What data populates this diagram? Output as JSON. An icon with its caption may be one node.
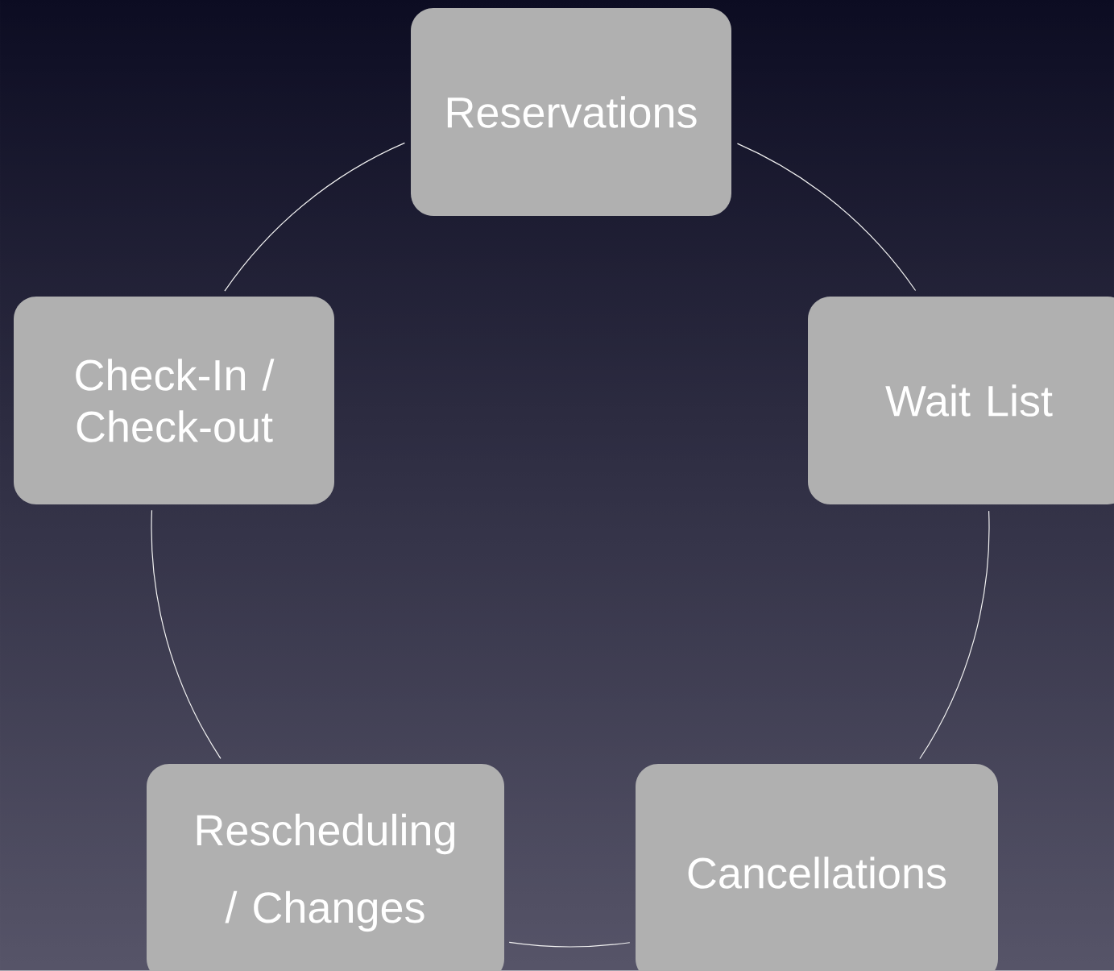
{
  "diagram": {
    "nodes": [
      {
        "text": [
          "Reservations"
        ]
      },
      {
        "text": [
          "Wait List"
        ]
      },
      {
        "text": [
          "Cancellations"
        ]
      },
      {
        "text": [
          "Rescheduling / Changes"
        ]
      },
      {
        "text": [
          "Check-In / Check-out"
        ]
      }
    ],
    "edges": [
      {
        "from": 0,
        "to": 1,
        "arrow": "none"
      },
      {
        "from": 1,
        "to": 2,
        "arrow": "none"
      },
      {
        "from": 2,
        "to": 3,
        "arrow": "none"
      },
      {
        "from": 3,
        "to": 4,
        "arrow": "none"
      },
      {
        "from": 4,
        "to": 0,
        "arrow": "none"
      }
    ]
  }
}
